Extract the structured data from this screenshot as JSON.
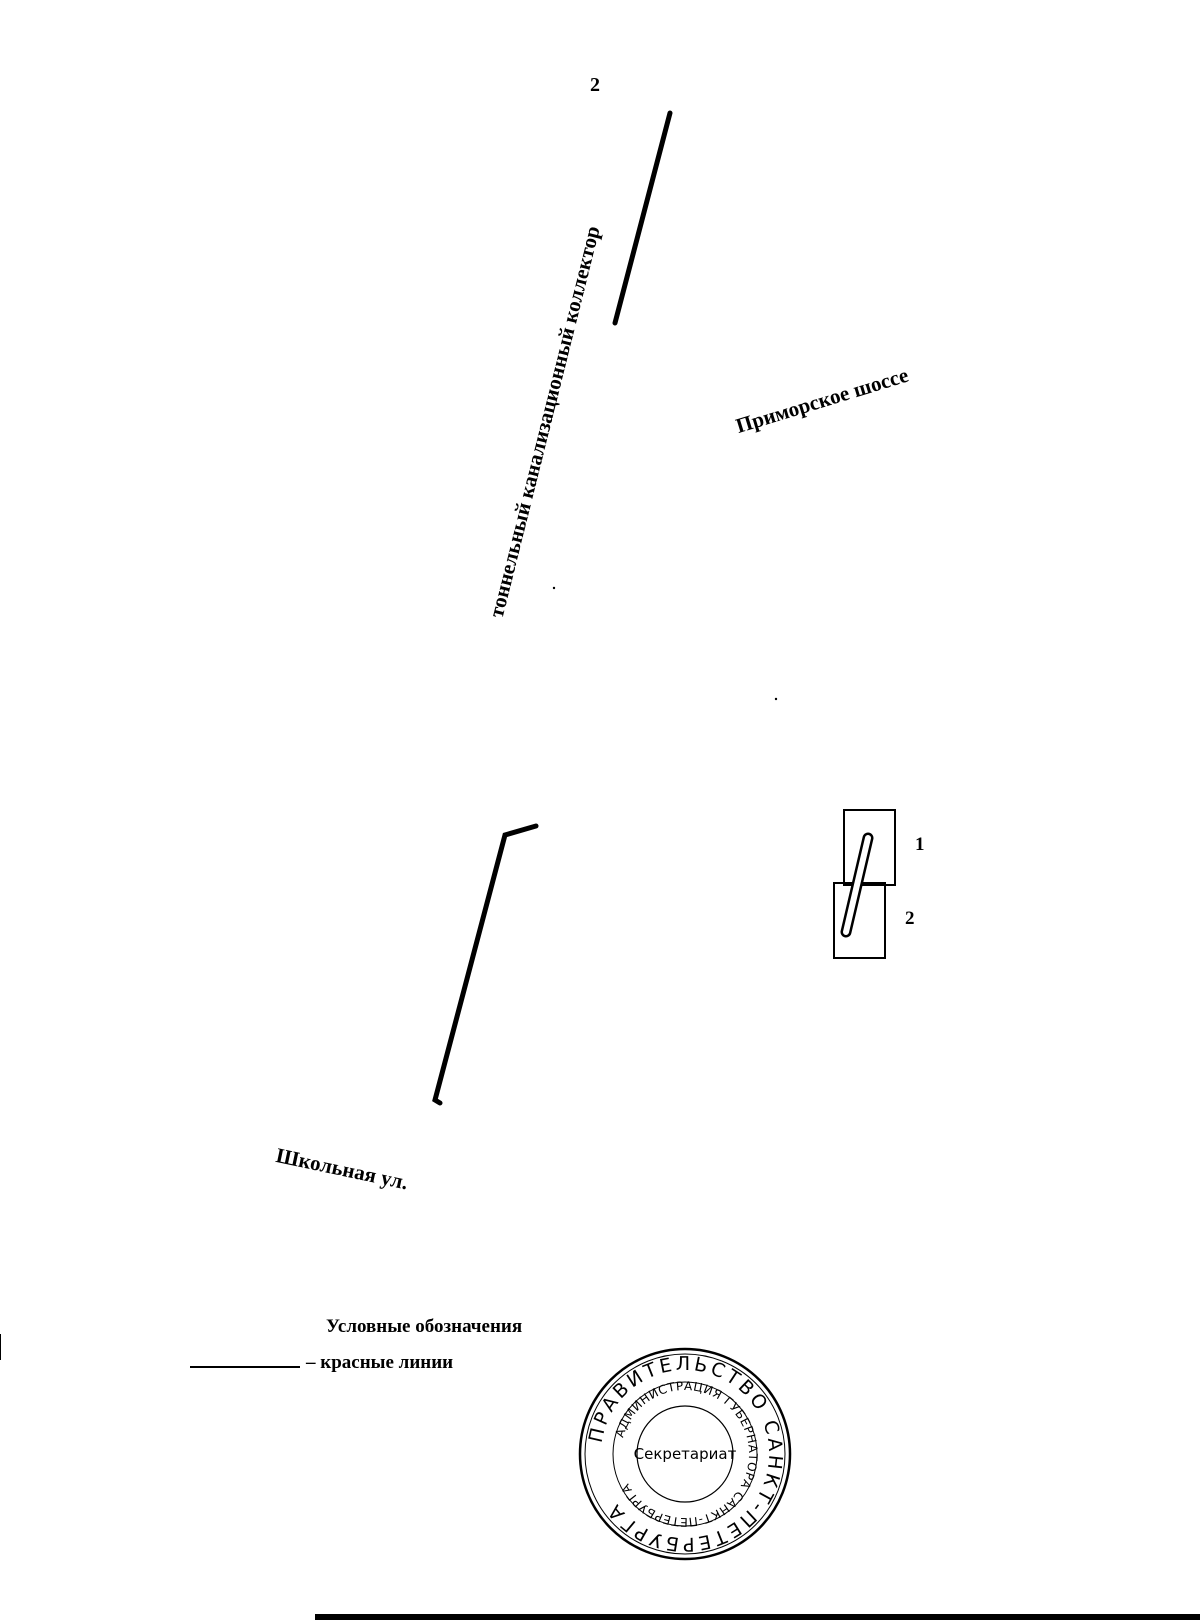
{
  "page_number": "2",
  "labels": {
    "collector": "тоннельный канализационный коллектор",
    "primorskoe": "Приморское шоссе",
    "shkolnaya": "Школьная ул."
  },
  "inset": {
    "label_1": "1",
    "label_2": "2"
  },
  "legend": {
    "title": "Условные обозначения",
    "red_lines_label": "– красные линии"
  },
  "seal": {
    "outer_text": "ПРАВИТЕЛЬСТВО САНКТ-ПЕТЕРБУРГА",
    "inner_text": "АДМИНИСТРАЦИЯ ГУБЕРНАТОРА САНКТ-ПЕТЕРБУРГА",
    "center_text": "Секретариат"
  }
}
